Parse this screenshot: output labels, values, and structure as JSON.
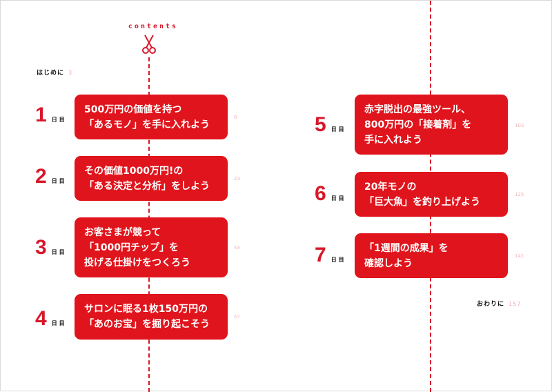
{
  "header": {
    "title": "contents"
  },
  "intro": {
    "label": "はじめに",
    "page": "3"
  },
  "outro": {
    "label": "おわりに",
    "page": "157"
  },
  "days": [
    {
      "num": "1",
      "unit": "日目",
      "lines": [
        "500万円の価値を持つ",
        "「あるモノ」を手に入れよう"
      ],
      "page": "8"
    },
    {
      "num": "2",
      "unit": "日目",
      "lines": [
        "その価値1000万円!の",
        "「ある決定と分析」をしよう"
      ],
      "page": "23"
    },
    {
      "num": "3",
      "unit": "日目",
      "lines": [
        "お客さまが競って",
        "「1000円チップ」を",
        "投げる仕掛けをつくろう"
      ],
      "page": "43"
    },
    {
      "num": "4",
      "unit": "日目",
      "lines": [
        "サロンに眠る1枚150万円の",
        "「あのお宝」を掘り起こそう"
      ],
      "page": "57"
    },
    {
      "num": "5",
      "unit": "日目",
      "lines": [
        "赤字脱出の最強ツール、",
        "800万円の「接着剤」を",
        "手に入れよう"
      ],
      "page": "103"
    },
    {
      "num": "6",
      "unit": "日目",
      "lines": [
        "20年モノの",
        "「巨大魚」を釣り上げよう"
      ],
      "page": "125"
    },
    {
      "num": "7",
      "unit": "日目",
      "lines": [
        "「1週間の成果」を",
        "確認しよう"
      ],
      "page": "141"
    }
  ],
  "colors": {
    "accent": "#e0141c",
    "dash": "#d7182a",
    "page_number": "#f2b6bb"
  },
  "icons": {
    "scissors": "scissors-icon"
  }
}
